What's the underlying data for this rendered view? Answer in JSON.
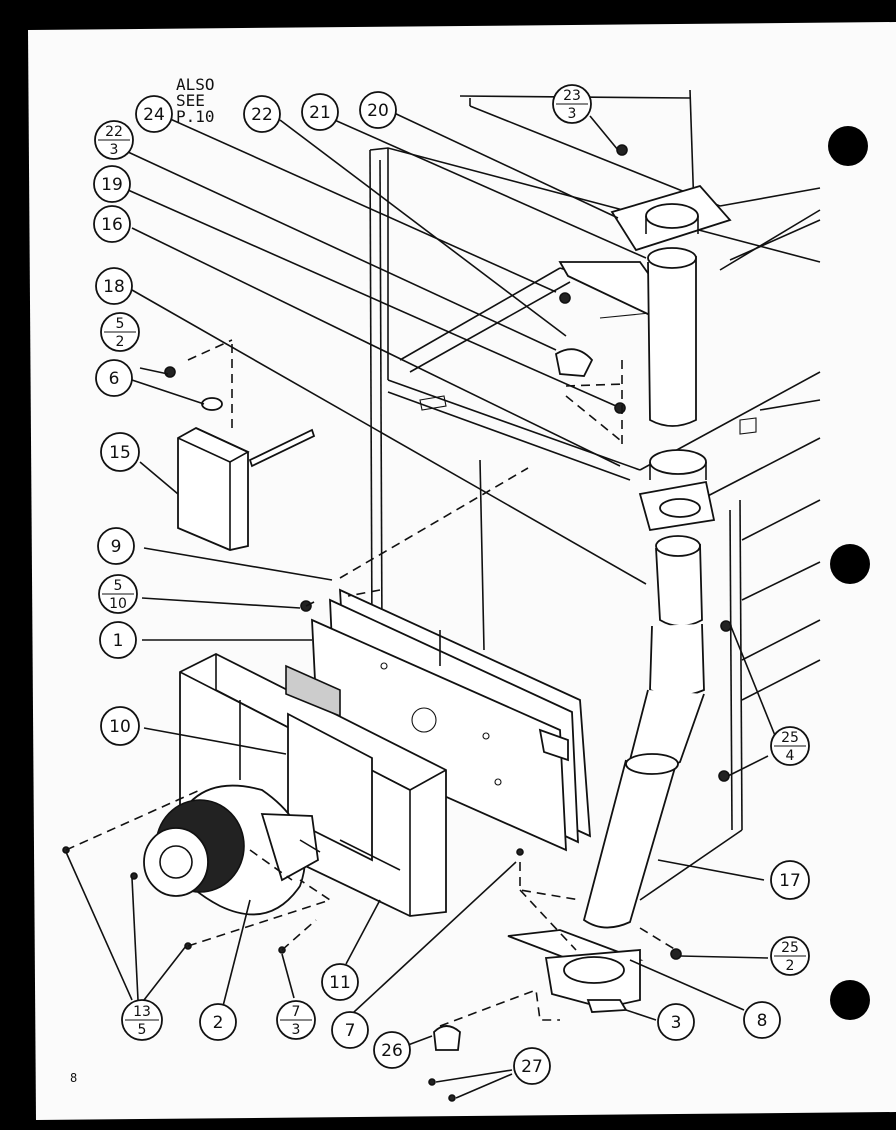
{
  "note": {
    "line1": "ALSO",
    "line2": "SEE",
    "line3": "P.10"
  },
  "callouts": [
    {
      "id": "c24",
      "text": "24"
    },
    {
      "id": "c22a",
      "text": "22"
    },
    {
      "id": "c21",
      "text": "21"
    },
    {
      "id": "c20",
      "text": "20"
    },
    {
      "id": "c23",
      "num": "23",
      "den": "3"
    },
    {
      "id": "c22b",
      "num": "22",
      "den": "3"
    },
    {
      "id": "c19",
      "text": "19"
    },
    {
      "id": "c16",
      "text": "16"
    },
    {
      "id": "c18",
      "text": "18"
    },
    {
      "id": "c5a",
      "num": "5",
      "den": "2"
    },
    {
      "id": "c6",
      "text": "6"
    },
    {
      "id": "c15",
      "text": "15"
    },
    {
      "id": "c9",
      "text": "9"
    },
    {
      "id": "c5b",
      "num": "5",
      "den": "10"
    },
    {
      "id": "c1",
      "text": "1"
    },
    {
      "id": "c10",
      "text": "10"
    },
    {
      "id": "c25a",
      "num": "25",
      "den": "4"
    },
    {
      "id": "c17",
      "text": "17"
    },
    {
      "id": "c25b",
      "num": "25",
      "den": "2"
    },
    {
      "id": "c13",
      "num": "13",
      "den": "5"
    },
    {
      "id": "c2",
      "text": "2"
    },
    {
      "id": "c7a",
      "num": "7",
      "den": "3"
    },
    {
      "id": "c11",
      "text": "11"
    },
    {
      "id": "c7b",
      "text": "7"
    },
    {
      "id": "c3",
      "text": "3"
    },
    {
      "id": "c8",
      "text": "8"
    },
    {
      "id": "c26",
      "text": "26"
    },
    {
      "id": "c27",
      "text": "27"
    }
  ],
  "page_mark": "8"
}
